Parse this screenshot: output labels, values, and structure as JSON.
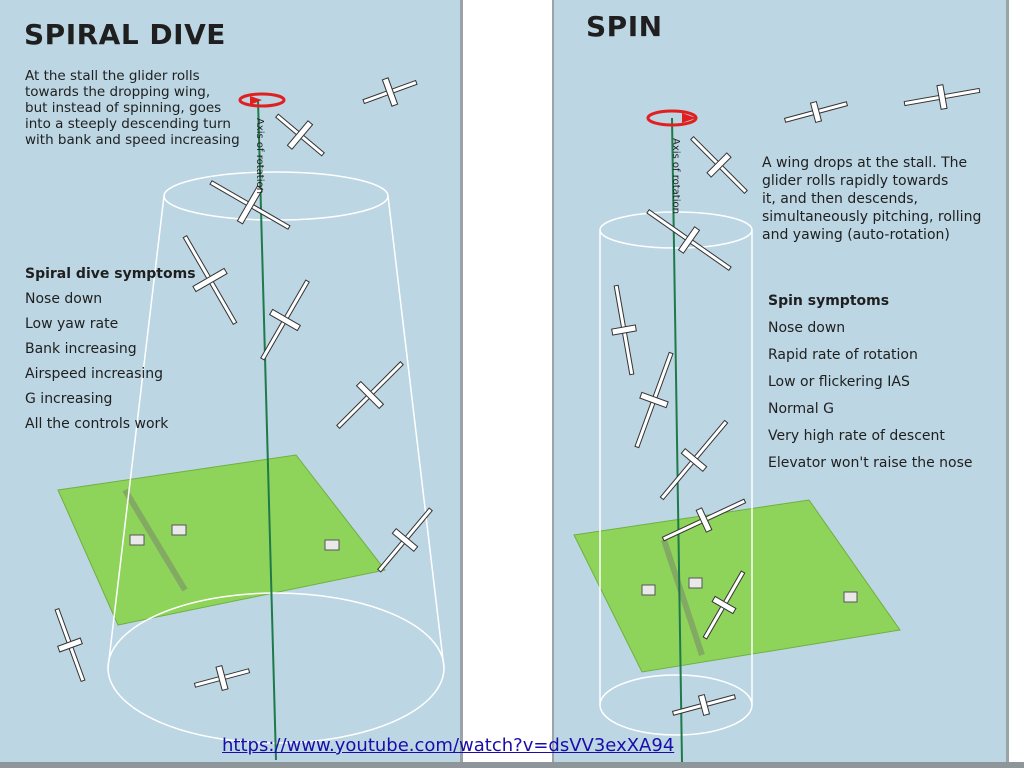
{
  "left": {
    "title": "SPIRAL DIVE",
    "description_lines": [
      "At the stall the glider rolls",
      "towards the dropping wing,",
      "but instead of spinning, goes",
      "into a steeply descending turn",
      "with bank and speed increasing"
    ],
    "axis_label": "Axis of rotation",
    "symptoms_title": "Spiral dive symptoms",
    "symptoms": [
      "Nose down",
      "Low yaw rate",
      "Bank increasing",
      "Airspeed increasing",
      "G increasing",
      "All the controls work"
    ]
  },
  "right": {
    "title": "SPIN",
    "description_lines": [
      "A wing drops at the stall. The",
      "glider rolls rapidly towards",
      "it, and then descends,",
      "simultaneously pitching, rolling",
      "and yawing (auto-rotation)"
    ],
    "axis_label": "Axis of rotation",
    "symptoms_title": "Spin symptoms",
    "symptoms": [
      "Nose down",
      "Rapid rate of rotation",
      "Low or flickering IAS",
      "Normal G",
      "Very high rate of descent",
      "Elevator won't raise the nose"
    ]
  },
  "link": {
    "text": "https://www.youtube.com/watch?v=dsVV3exXA94"
  },
  "colors": {
    "sky": "#bcd6e3",
    "field": "#8fd45a",
    "axis": "#1f7a4a",
    "arrow": "#e02020",
    "glider": "#ffffff"
  }
}
